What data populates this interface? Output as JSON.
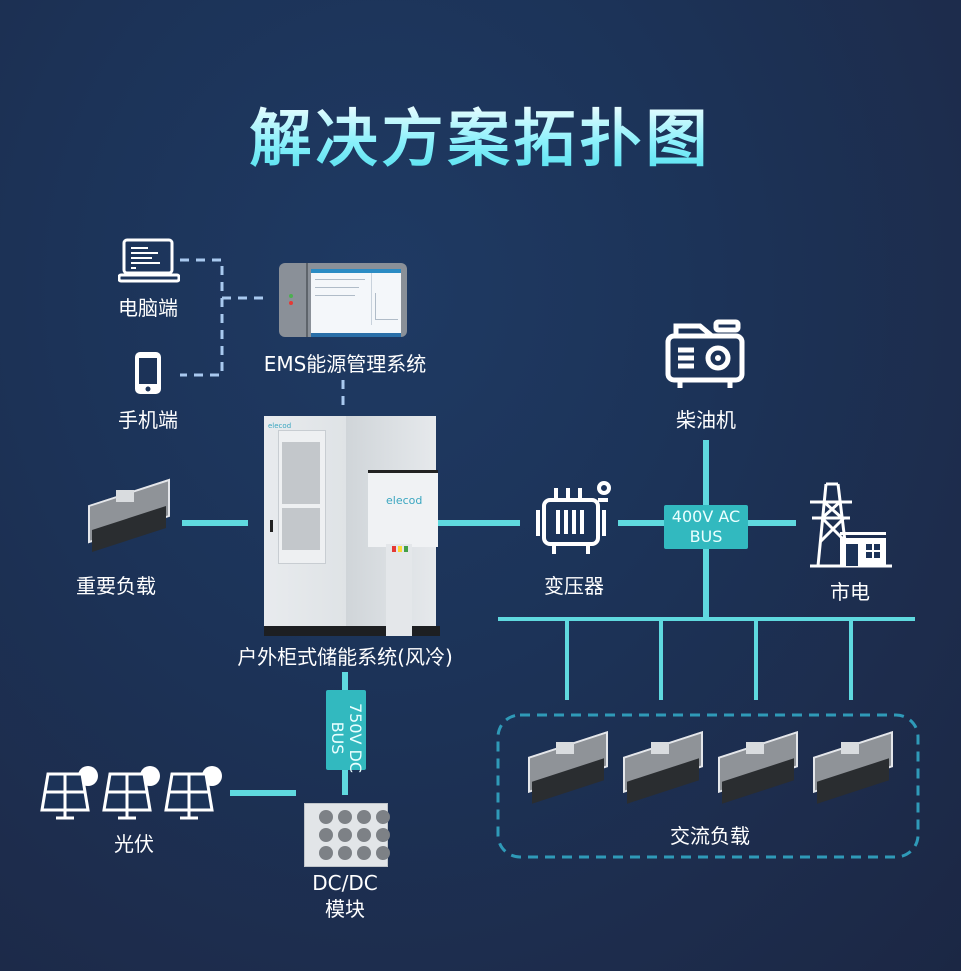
{
  "title": "解决方案拓扑图",
  "colors": {
    "background": "#1c3358",
    "line": "#5fd9df",
    "bus_box": "#32b9bf",
    "dashed": "#a9c9ef",
    "ac_load_border": "#2f9ab8",
    "text": "#ffffff"
  },
  "nodes": {
    "pc": {
      "label": "电脑端",
      "icon": "laptop-icon"
    },
    "mobile": {
      "label": "手机端",
      "icon": "smartphone-icon"
    },
    "ems": {
      "label": "EMS能源管理系统",
      "icon": "ems-panel"
    },
    "cabinet": {
      "label": "户外柜式储能系统(风冷)",
      "brand": "elecod"
    },
    "critical_load": {
      "label": "重要负载",
      "icon": "building-icon"
    },
    "transformer": {
      "label": "变压器",
      "icon": "transformer-icon"
    },
    "diesel": {
      "label": "柴油机",
      "icon": "generator-icon"
    },
    "grid": {
      "label": "市电",
      "icon": "power-tower-icon"
    },
    "ac_bus": {
      "line1": "400V AC",
      "line2": "BUS"
    },
    "dc_bus": {
      "line1": "750V DC",
      "line2": "BUS"
    },
    "pv": {
      "label": "光伏",
      "icon": "solar-panel-icon",
      "count": 3
    },
    "dcdc": {
      "line1": "DC/DC",
      "line2": "模块"
    },
    "ac_load": {
      "label": "交流负载",
      "count": 4
    }
  }
}
